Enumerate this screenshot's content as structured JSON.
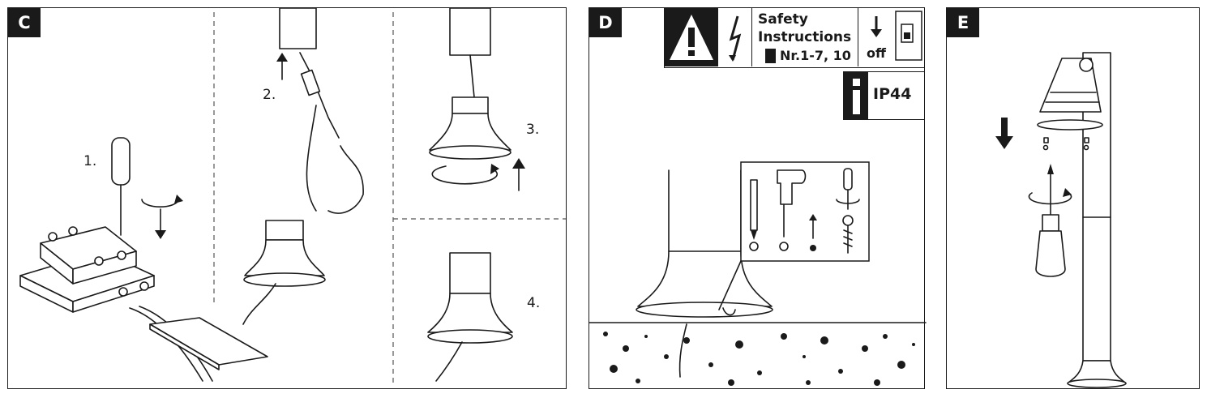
{
  "panels": {
    "c": {
      "badge": "C",
      "steps": [
        "1.",
        "2.",
        "3.",
        "4."
      ]
    },
    "d": {
      "badge": "D",
      "safety_title_line1": "Safety",
      "safety_title_line2": "Instructions",
      "safety_ref": "Nr.1-7, 10",
      "power_state": "off",
      "protection_rating": "IP44"
    },
    "e": {
      "badge": "E"
    }
  },
  "icons": [
    "warning-triangle-icon",
    "lightning-icon",
    "document-icon",
    "arrow-down-icon",
    "circuit-breaker-icon",
    "info-icon",
    "pencil-icon",
    "drill-icon",
    "screwdriver-icon",
    "wall-plug-icon",
    "screw-icon",
    "rotate-icon"
  ]
}
